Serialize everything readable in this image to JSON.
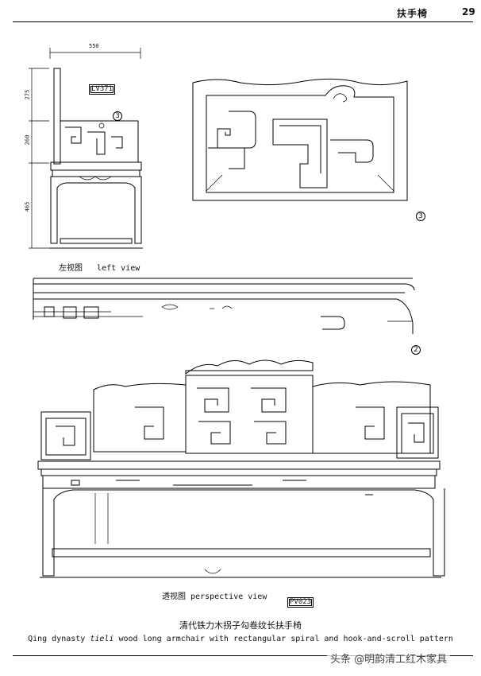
{
  "header": {
    "title": "扶手椅",
    "page_number": "29"
  },
  "left_view": {
    "dim_width": "550",
    "dim_top": "275",
    "dim_mid": "260",
    "dim_bottom": "465",
    "code": "LV371",
    "callout": "3",
    "label": "左视图   left view"
  },
  "detail_3": {
    "callout": "3"
  },
  "detail_2": {
    "callout": "2"
  },
  "perspective_view": {
    "label": "透视图 perspective view",
    "code": "PV023"
  },
  "caption": {
    "zh": "清代铁力木拐子勾卷纹长扶手椅",
    "en_before": "Qing dynasty ",
    "en_italic": "tieli",
    "en_after": " wood long armchair with rectangular spiral and hook-and-scroll pattern"
  },
  "watermark": "头条 @明韵清工红木家具"
}
